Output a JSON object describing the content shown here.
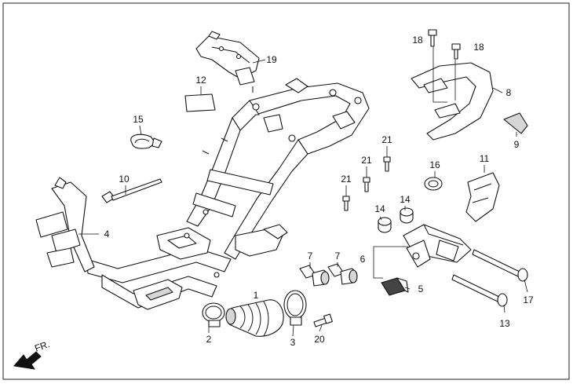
{
  "callouts": {
    "c1": "1",
    "c2": "2",
    "c3": "3",
    "c4": "4",
    "c5": "5",
    "c6": "6",
    "c7a": "7",
    "c7b": "7",
    "c8": "8",
    "c9": "9",
    "c10": "10",
    "c11": "11",
    "c12": "12",
    "c13": "13",
    "c14a": "14",
    "c14b": "14",
    "c15": "15",
    "c16": "16",
    "c17": "17",
    "c18a": "18",
    "c18b": "18",
    "c19": "19",
    "c20": "20",
    "c21a": "21",
    "c21b": "21",
    "c21c": "21"
  },
  "direction": {
    "label": "FR."
  },
  "icons": {
    "front_arrow": "arrow-left-down-icon"
  },
  "colors": {
    "ink": "#111111",
    "fill_grey": "#d6d6d6"
  }
}
